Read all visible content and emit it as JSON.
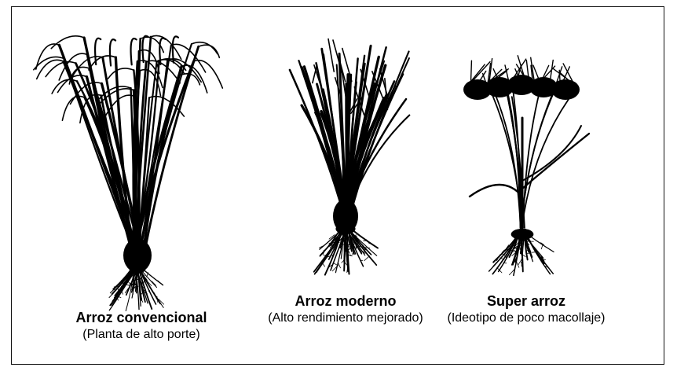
{
  "plants": [
    {
      "title": "Arroz convencional",
      "subtitle": "(Planta de alto porte)"
    },
    {
      "title": "Arroz moderno",
      "subtitle": "(Alto rendimiento mejorado)"
    },
    {
      "title": "Super arroz",
      "subtitle": "(Ideotipo de poco macollaje)"
    }
  ],
  "colors": {
    "ink": "#000000",
    "background": "#ffffff",
    "border": "#111111"
  }
}
